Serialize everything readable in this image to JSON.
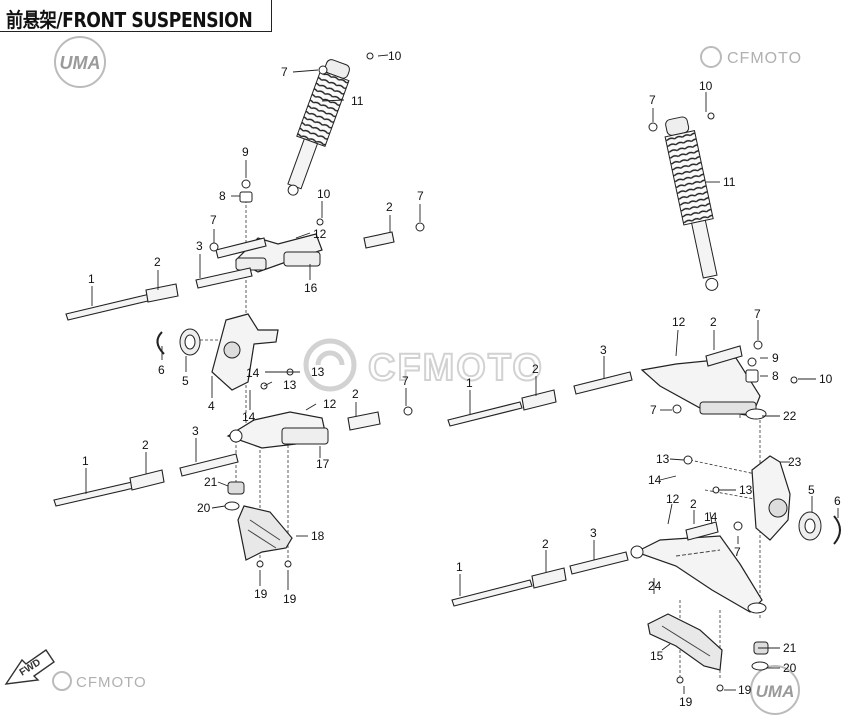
{
  "title": "前悬架/FRONT SUSPENSION",
  "logos": {
    "uma": "UMA",
    "cfmoto": "CFMOTO",
    "fwd": "FWD"
  },
  "labels": {
    "l1": "1",
    "l2": "2",
    "l3": "3",
    "l4": "4",
    "l5": "5",
    "l6": "6",
    "l7": "7",
    "l8": "8",
    "l9": "9",
    "l10": "10",
    "l11": "11",
    "l12": "12",
    "l13": "13",
    "l14": "14",
    "l15": "15",
    "l16": "16",
    "l17": "17",
    "l18": "18",
    "l19": "19",
    "l20": "20",
    "l21": "21",
    "l22": "22",
    "l23": "23",
    "l24": "24"
  },
  "colors": {
    "ink": "#1a1a1a",
    "part_fill": "#f4f4f4",
    "part_shade": "#bdbdbd",
    "watermark": "#c8c8c8"
  }
}
